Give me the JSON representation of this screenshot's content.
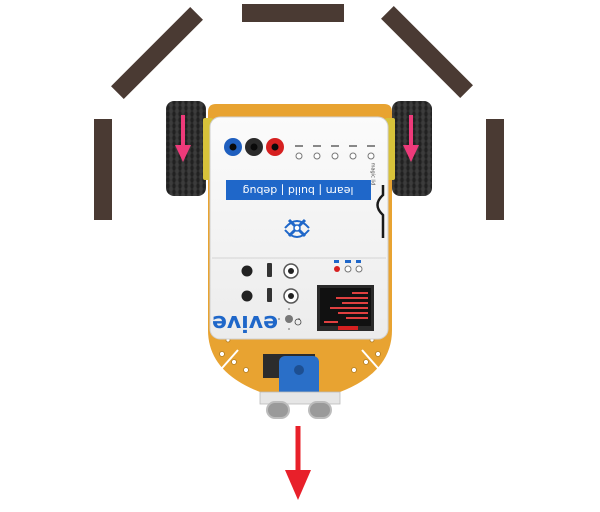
{
  "colors": {
    "wall": "#4a3a33",
    "chassis": "#e8a331",
    "tire": "#2b2b2b",
    "hub": "#d8c23a",
    "wheel_arrow": "#ee3a7a",
    "motion_arrow": "#e8202a",
    "board": "#f4f4f4",
    "board_blue": "#1f67c9",
    "sensor_mount": "#2a6fc8",
    "screen": "#121212"
  },
  "board": {
    "banner_text": "learn | build | debug",
    "brand_text": "evive",
    "side_text": "magic lid"
  },
  "icons": [
    "logo-icon",
    "power-icon"
  ]
}
